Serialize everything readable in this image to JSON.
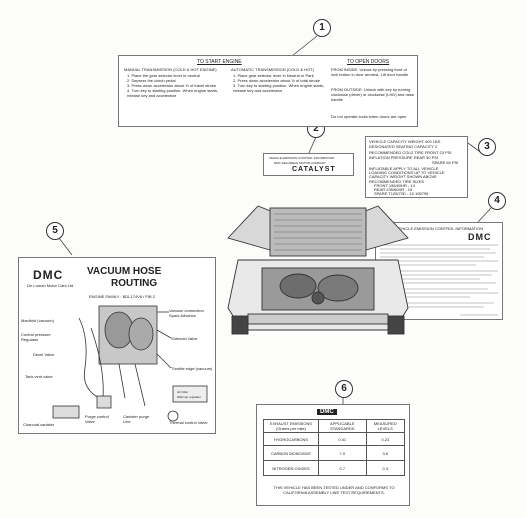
{
  "callouts": [
    "1",
    "2",
    "3",
    "4",
    "5",
    "6"
  ],
  "label1": {
    "left_heading": "TO START ENGINE",
    "right_heading": "TO OPEN DOORS",
    "manual_title": "MANUAL TRANSMISSION (COLD & HOT ENGINE)",
    "manual_steps": [
      "1. Place the gear selector lever in neutral",
      "2. Depress the clutch pedal",
      "3. Press down accelerator about ½ of travel stroke",
      "4. Turn key to starting position. When engine starts, release key and accelerator"
    ],
    "auto_title": "AUTOMATIC TRANSMISSION (COLD & HOT)",
    "auto_steps": [
      "1. Place gear selector lever in Neutral or Park",
      "2. Press down accelerator about ½ of total stroke",
      "3. Turn key to starting position. When engine starts, release key and accelerator"
    ],
    "doors_inside": "FROM INSIDE: Unlock by pressing front of lock button in door armrest. Lift door handle",
    "doors_outside": "FROM OUTSIDE: Unlock with key by turning clockwise (driver) or clockwise (LHD) and raise handle",
    "footer": "Do not operate locks when doors are open"
  },
  "label2": {
    "line1": "VEHICLE EMISSION CONTROL INFORMATION",
    "line2": "DMC DELOREAN MOTOR COMPANY",
    "title": "CATALYST"
  },
  "label3": {
    "rows": [
      "VEHICLE CAPACITY WEIGHT   400 LBS",
      "DESIGNATED SEATING CAPACITY   2",
      "RECOMMENDED COLD TIRE   FRONT 23 PSI",
      "INFLATION PRESSURE   REAR 30 PSI",
      "SPARE 60 PSI",
      "INFLATABLE APPLY TO ALL VEHICLE",
      "LOADING CONDITIONS UP TO VEHICLE",
      "CAPACITY WEIGHT SHOWN ABOVE",
      "RECOMMENDED TIRE SIZES",
      "FRONT  195/60HR - 14",
      "REAR   235/60HR - 15",
      "SPARE  T125/70D - 15   105795"
    ]
  },
  "label4": {
    "title": "VEHICLE EMISSION CONTROL INFORMATION",
    "brand": "DMC"
  },
  "label5": {
    "brand": "DMC",
    "brand_sub": "De Lorean Motor Cars Ltd",
    "title_line1": "VACUUM HOSE",
    "title_line2": "ROUTING",
    "engine_family": "ENGINE FAMILY : BDL174V6 / FIB 2",
    "labels": {
      "manifold": "Manifold (vacuum)",
      "control_pressure": "Control pressure Regulator",
      "decel_valve": "Decel Valve",
      "tank_vent": "Tank vent valve",
      "charcoal": "Charcoal canister",
      "purge_control": "Purge control Valve",
      "canister_purge": "Canister purge Line",
      "thermal": "Thermal control Valve",
      "vacuum_connection": "Vacuum connection Spark Advance",
      "solenoid": "Solenoid Valve",
      "throttle_edge": "Throttle edge (vacuum)",
      "air_filter": "Air Filter",
      "warmup": "Warmup regulator"
    }
  },
  "label6": {
    "brand": "DMC",
    "headers": [
      "EXHAUST EMISSIONS (Grams per mile)",
      "APPLICABLE STANDARDS",
      "MEASURED LEVELS"
    ],
    "rows": [
      {
        "name": "HYDROCARBONS",
        "std": "0.41",
        "measured": "0.23"
      },
      {
        "name": "CARBON MONOXIDE",
        "std": "7.0",
        "measured": "3.6"
      },
      {
        "name": "NITROGEN OXIDES",
        "std": "0.7",
        "measured": "0.3"
      }
    ],
    "footer": "THIS VEHICLE HAS BEEN TESTED UNDER AND CONFORMS TO CALIFORNIA ASSEMBLY LINE TEST REQUIREMENTS."
  }
}
